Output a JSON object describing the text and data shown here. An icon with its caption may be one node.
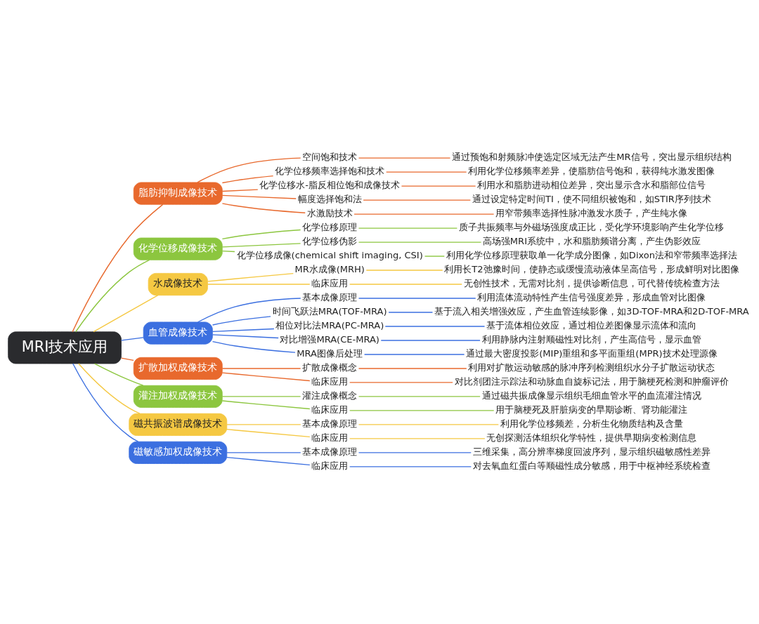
{
  "diagram": {
    "nodes": [
      {
        "text": [
          "MRI技术应用"
        ]
      },
      {
        "text": [
          "脂肪抑制成像技术"
        ]
      },
      {
        "text": [
          "空间饱和技术"
        ]
      },
      {
        "text": [
          "通过预饱和射频脉冲使选定区域无法产生MR信号，突出显示组织结构"
        ]
      },
      {
        "text": [
          "化学位移频率选择饱和技术"
        ]
      },
      {
        "text": [
          "利用化学位移频率差异，使脂肪信号饱和，获得纯水激发图像"
        ]
      },
      {
        "text": [
          "化学位移水-脂反相位饱和成像技术"
        ]
      },
      {
        "text": [
          "利用水和脂肪进动相位差异，突出显示含水和脂部位信号"
        ]
      },
      {
        "text": [
          "幅度选择饱和法"
        ]
      },
      {
        "text": [
          "通过设定特定时间TI，使不同组织被饱和，如STIR序列技术"
        ]
      },
      {
        "text": [
          "水激励技术"
        ]
      },
      {
        "text": [
          "用窄带频率选择性脉冲激发水质子，产生纯水像"
        ]
      },
      {
        "text": [
          "化学位移成像技术"
        ]
      },
      {
        "text": [
          "化学位移原理"
        ]
      },
      {
        "text": [
          "质子共振频率与外磁场强度成正比，受化学环境影响产生化学位移"
        ]
      },
      {
        "text": [
          "化学位移伪影"
        ]
      },
      {
        "text": [
          "高场强MRI系统中，水和脂肪频谱分离，产生伪影效应"
        ]
      },
      {
        "text": [
          "化学位移成像(chemical shift imaging, CSI)"
        ]
      },
      {
        "text": [
          "利用化学位移原理获取单一化学成分图像，如Dixon法和窄带频率选择法"
        ]
      },
      {
        "text": [
          "水成像技术"
        ]
      },
      {
        "text": [
          "MR水成像(MRH)"
        ]
      },
      {
        "text": [
          "利用长T2弛豫时间，使静态或缓慢流动液体呈高信号，形成鲜明对比图像"
        ]
      },
      {
        "text": [
          "临床应用"
        ]
      },
      {
        "text": [
          "无创性技术，无需对比剂，提供诊断信息，可代替传统检查方法"
        ]
      },
      {
        "text": [
          "血管成像技术"
        ]
      },
      {
        "text": [
          "基本成像原理"
        ]
      },
      {
        "text": [
          "利用流体流动特性产生信号强度差异，形成血管对比图像"
        ]
      },
      {
        "text": [
          "时间飞跃法MRA(TOF-MRA)"
        ]
      },
      {
        "text": [
          "基于流入相关增强效应，产生血管连续影像，如3D-TOF-MRA和2D-TOF-MRA"
        ]
      },
      {
        "text": [
          "相位对比法MRA(PC-MRA)"
        ]
      },
      {
        "text": [
          "基于流体相位效应，通过相位差图像显示流体和流向"
        ]
      },
      {
        "text": [
          "对比增强MRA(CE-MRA)"
        ]
      },
      {
        "text": [
          "利用静脉内注射顺磁性对比剂，产生高信号，显示血管"
        ]
      },
      {
        "text": [
          "MRA图像后处理"
        ]
      },
      {
        "text": [
          "通过最大密度投影(MIP)重组和多平面重组(MPR)技术处理源像"
        ]
      },
      {
        "text": [
          "扩散加权成像技术"
        ]
      },
      {
        "text": [
          "扩散成像概念"
        ]
      },
      {
        "text": [
          "利用对扩散运动敏感的脉冲序列检测组织水分子扩散运动状态"
        ]
      },
      {
        "text": [
          "临床应用"
        ]
      },
      {
        "text": [
          "对比剂团注示踪法和动脉血自旋标记法，用于脑梗死检测和肿瘤评价"
        ]
      },
      {
        "text": [
          "灌注加权成像技术"
        ]
      },
      {
        "text": [
          "灌注成像概念"
        ]
      },
      {
        "text": [
          "通过磁共振成像显示组织毛细血管水平的血流灌注情况"
        ]
      },
      {
        "text": [
          "临床应用"
        ]
      },
      {
        "text": [
          "用于脑梗死及肝脏病变的早期诊断、肾功能灌注"
        ]
      },
      {
        "text": [
          "磁共振波谱成像技术"
        ]
      },
      {
        "text": [
          "基本成像原理"
        ]
      },
      {
        "text": [
          "利用化学位移频差，分析生化物质结构及含量"
        ]
      },
      {
        "text": [
          "临床应用"
        ]
      },
      {
        "text": [
          "无创探测活体组织化学特性，提供早期病变检测信息"
        ]
      },
      {
        "text": [
          "磁敏感加权成像技术"
        ]
      },
      {
        "text": [
          "基本成像原理"
        ]
      },
      {
        "text": [
          "三维采集，高分辨率梯度回波序列，显示组织磁敏感性差异"
        ]
      },
      {
        "text": [
          "临床应用"
        ]
      },
      {
        "text": [
          "对去氧血红蛋白等顺磁性成分敏感，用于中枢神经系统检查"
        ]
      }
    ],
    "edges": [
      {
        "from": 0,
        "to": 1,
        "arrow": "none",
        "color": "#e8692d"
      },
      {
        "from": 1,
        "to": 2,
        "arrow": "none",
        "color": "#e8692d"
      },
      {
        "from": 2,
        "to": 3,
        "arrow": "none",
        "color": "#e8692d"
      },
      {
        "from": 1,
        "to": 4,
        "arrow": "none",
        "color": "#e8692d"
      },
      {
        "from": 4,
        "to": 5,
        "arrow": "none",
        "color": "#e8692d"
      },
      {
        "from": 1,
        "to": 6,
        "arrow": "none",
        "color": "#e8692d"
      },
      {
        "from": 6,
        "to": 7,
        "arrow": "none",
        "color": "#e8692d"
      },
      {
        "from": 1,
        "to": 8,
        "arrow": "none",
        "color": "#e8692d"
      },
      {
        "from": 8,
        "to": 9,
        "arrow": "none",
        "color": "#e8692d"
      },
      {
        "from": 1,
        "to": 10,
        "arrow": "none",
        "color": "#e8692d"
      },
      {
        "from": 10,
        "to": 11,
        "arrow": "none",
        "color": "#e8692d"
      },
      {
        "from": 0,
        "to": 12,
        "arrow": "none",
        "color": "#8cc63f"
      },
      {
        "from": 12,
        "to": 13,
        "arrow": "none",
        "color": "#8cc63f"
      },
      {
        "from": 13,
        "to": 14,
        "arrow": "none",
        "color": "#8cc63f"
      },
      {
        "from": 12,
        "to": 15,
        "arrow": "none",
        "color": "#8cc63f"
      },
      {
        "from": 15,
        "to": 16,
        "arrow": "none",
        "color": "#8cc63f"
      },
      {
        "from": 12,
        "to": 17,
        "arrow": "none",
        "color": "#8cc63f"
      },
      {
        "from": 17,
        "to": 18,
        "arrow": "none",
        "color": "#8cc63f"
      },
      {
        "from": 0,
        "to": 19,
        "arrow": "none",
        "color": "#f5c842"
      },
      {
        "from": 19,
        "to": 20,
        "arrow": "none",
        "color": "#f5c842"
      },
      {
        "from": 20,
        "to": 21,
        "arrow": "none",
        "color": "#f5c842"
      },
      {
        "from": 19,
        "to": 22,
        "arrow": "none",
        "color": "#f5c842"
      },
      {
        "from": 22,
        "to": 23,
        "arrow": "none",
        "color": "#f5c842"
      },
      {
        "from": 0,
        "to": 24,
        "arrow": "none",
        "color": "#3b6fe0"
      },
      {
        "from": 24,
        "to": 25,
        "arrow": "none",
        "color": "#3b6fe0"
      },
      {
        "from": 25,
        "to": 26,
        "arrow": "none",
        "color": "#3b6fe0"
      },
      {
        "from": 24,
        "to": 27,
        "arrow": "none",
        "color": "#3b6fe0"
      },
      {
        "from": 27,
        "to": 28,
        "arrow": "none",
        "color": "#3b6fe0"
      },
      {
        "from": 24,
        "to": 29,
        "arrow": "none",
        "color": "#3b6fe0"
      },
      {
        "from": 29,
        "to": 30,
        "arrow": "none",
        "color": "#3b6fe0"
      },
      {
        "from": 24,
        "to": 31,
        "arrow": "none",
        "color": "#3b6fe0"
      },
      {
        "from": 31,
        "to": 32,
        "arrow": "none",
        "color": "#3b6fe0"
      },
      {
        "from": 24,
        "to": 33,
        "arrow": "none",
        "color": "#3b6fe0"
      },
      {
        "from": 33,
        "to": 34,
        "arrow": "none",
        "color": "#3b6fe0"
      },
      {
        "from": 0,
        "to": 35,
        "arrow": "none",
        "color": "#e8692d"
      },
      {
        "from": 35,
        "to": 36,
        "arrow": "none",
        "color": "#e8692d"
      },
      {
        "from": 36,
        "to": 37,
        "arrow": "none",
        "color": "#e8692d"
      },
      {
        "from": 35,
        "to": 38,
        "arrow": "none",
        "color": "#e8692d"
      },
      {
        "from": 38,
        "to": 39,
        "arrow": "none",
        "color": "#e8692d"
      },
      {
        "from": 0,
        "to": 40,
        "arrow": "none",
        "color": "#8cc63f"
      },
      {
        "from": 40,
        "to": 41,
        "arrow": "none",
        "color": "#8cc63f"
      },
      {
        "from": 41,
        "to": 42,
        "arrow": "none",
        "color": "#8cc63f"
      },
      {
        "from": 40,
        "to": 43,
        "arrow": "none",
        "color": "#8cc63f"
      },
      {
        "from": 43,
        "to": 44,
        "arrow": "none",
        "color": "#8cc63f"
      },
      {
        "from": 0,
        "to": 45,
        "arrow": "none",
        "color": "#f5c842"
      },
      {
        "from": 45,
        "to": 46,
        "arrow": "none",
        "color": "#f5c842"
      },
      {
        "from": 46,
        "to": 47,
        "arrow": "none",
        "color": "#f5c842"
      },
      {
        "from": 45,
        "to": 48,
        "arrow": "none",
        "color": "#f5c842"
      },
      {
        "from": 48,
        "to": 49,
        "arrow": "none",
        "color": "#f5c842"
      },
      {
        "from": 0,
        "to": 50,
        "arrow": "none",
        "color": "#3b6fe0"
      },
      {
        "from": 50,
        "to": 51,
        "arrow": "none",
        "color": "#3b6fe0"
      },
      {
        "from": 51,
        "to": 52,
        "arrow": "none",
        "color": "#3b6fe0"
      },
      {
        "from": 50,
        "to": 53,
        "arrow": "none",
        "color": "#3b6fe0"
      },
      {
        "from": 53,
        "to": 54,
        "arrow": "none",
        "color": "#3b6fe0"
      }
    ]
  }
}
